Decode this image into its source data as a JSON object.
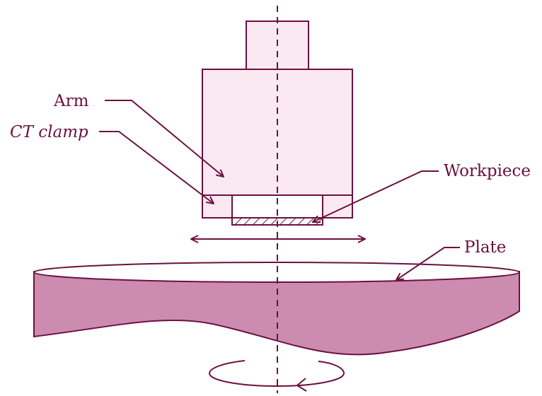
{
  "labels": {
    "arm": "Arm",
    "ct_clamp": "CT clamp",
    "workpiece": "Workpiece",
    "plate": "Plate"
  },
  "colors": {
    "stroke": "#6d1040",
    "arm_fill": "#fbe9f1",
    "plate_side": "#cc8cb0",
    "plate_top": "#ffffff"
  }
}
